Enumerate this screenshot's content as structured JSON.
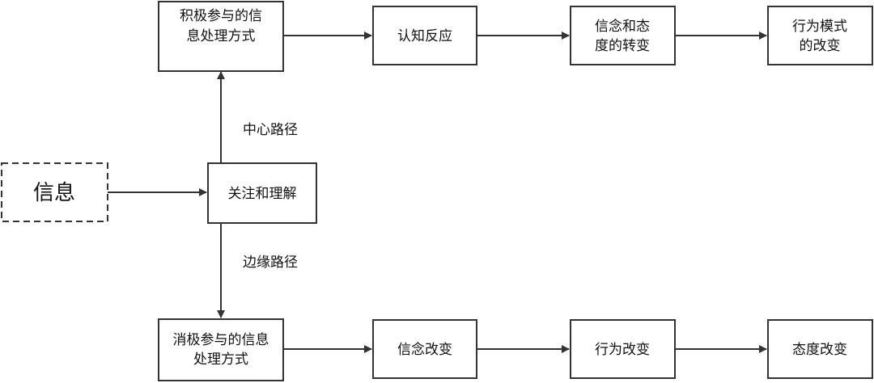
{
  "nodes": {
    "info": "信息",
    "attention": "关注和理解",
    "central_processing": "积极参与的信息处理方式",
    "cognitive_response": "认知反应",
    "belief_attitude_change": "信念和态度的转变",
    "behavior_pattern_change": "行为模式的改变",
    "peripheral_processing": "消极参与的信息处理方式",
    "belief_change": "信念改变",
    "behavior_change": "行为改变",
    "attitude_change": "态度改变"
  },
  "edges": {
    "central_route": "中心路径",
    "peripheral_route": "边缘路径"
  },
  "colors": {
    "stroke": "#333333",
    "text": "#111111",
    "background": "#ffffff"
  }
}
